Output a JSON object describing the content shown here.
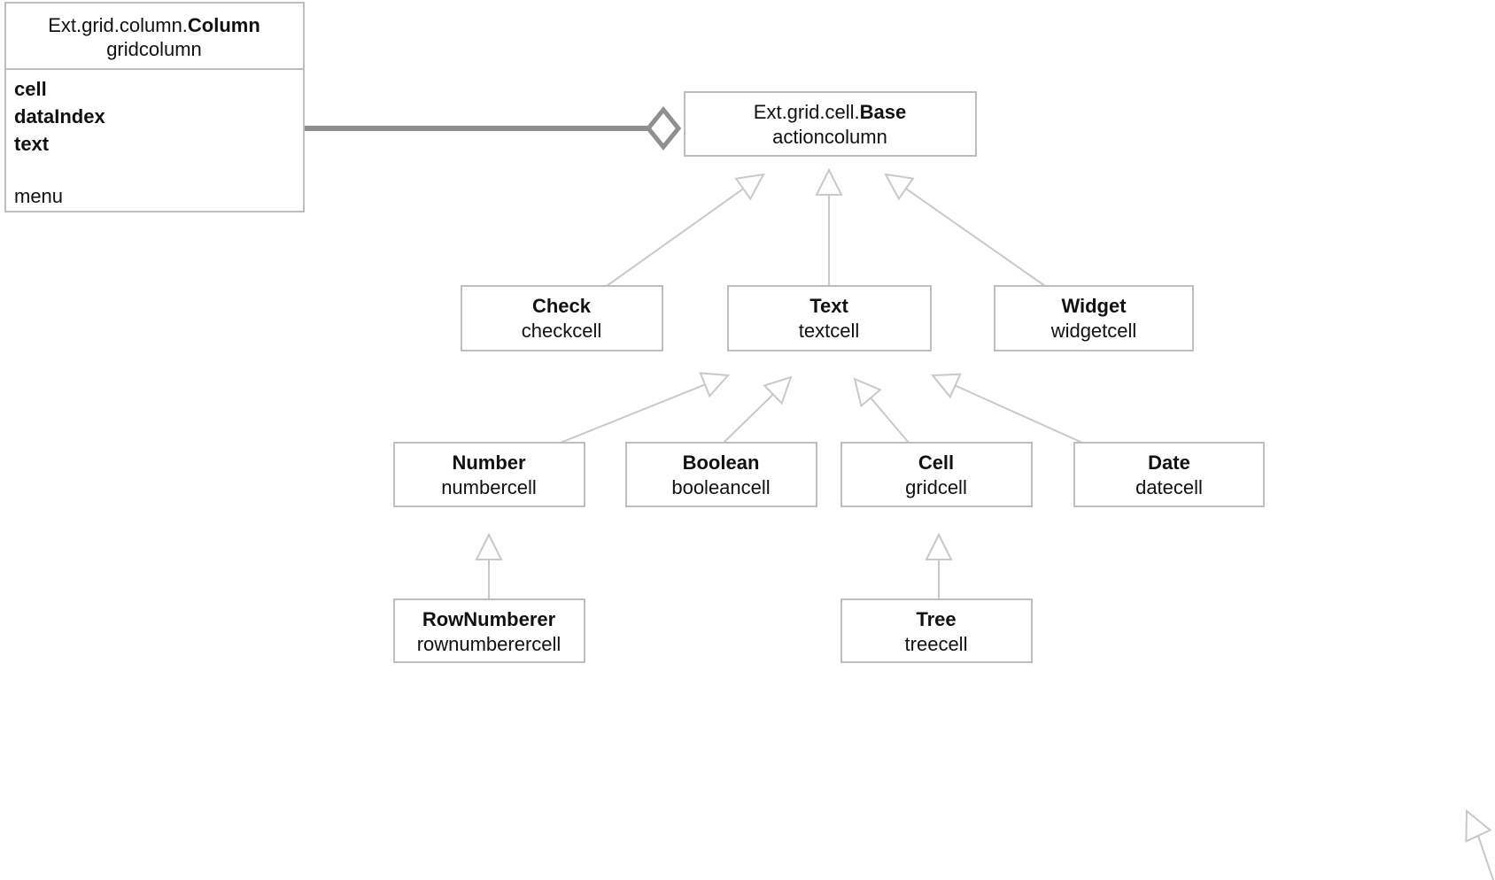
{
  "colors": {
    "background": "#ffffff",
    "box_border": "#bdbdbd",
    "box_fill": "#ffffff",
    "edge": "#c9c9c9",
    "aggregation": "#8f8f8f",
    "text": "#111111"
  },
  "column_box": {
    "title_prefix": "Ext.grid.column.",
    "title_name": "Column",
    "alias": "gridcolumn",
    "configs": [
      "cell",
      "dataIndex",
      "text"
    ],
    "plain_config": "menu"
  },
  "nodes": {
    "base": {
      "title_prefix": "Ext.grid.cell.",
      "title_name": "Base",
      "alias": "actioncolumn"
    },
    "check": {
      "title_name": "Check",
      "alias": "checkcell"
    },
    "text": {
      "title_name": "Text",
      "alias": "textcell"
    },
    "widget": {
      "title_name": "Widget",
      "alias": "widgetcell"
    },
    "number": {
      "title_name": "Number",
      "alias": "numbercell"
    },
    "boolean": {
      "title_name": "Boolean",
      "alias": "booleancell"
    },
    "cell": {
      "title_name": "Cell",
      "alias": "gridcell"
    },
    "date": {
      "title_name": "Date",
      "alias": "datecell"
    },
    "rownumberer": {
      "title_name": "RowNumberer",
      "alias": "rownumberercell"
    },
    "tree": {
      "title_name": "Tree",
      "alias": "treecell"
    }
  },
  "edges": [
    {
      "from": "Ext.grid.column.Column",
      "to": "Ext.grid.cell.Base",
      "type": "aggregation"
    },
    {
      "from": "Check",
      "to": "Ext.grid.cell.Base",
      "type": "generalization"
    },
    {
      "from": "Text",
      "to": "Ext.grid.cell.Base",
      "type": "generalization"
    },
    {
      "from": "Widget",
      "to": "Ext.grid.cell.Base",
      "type": "generalization"
    },
    {
      "from": "Number",
      "to": "Text",
      "type": "generalization"
    },
    {
      "from": "Boolean",
      "to": "Text",
      "type": "generalization"
    },
    {
      "from": "Cell",
      "to": "Text",
      "type": "generalization"
    },
    {
      "from": "Date",
      "to": "Text",
      "type": "generalization"
    },
    {
      "from": "RowNumberer",
      "to": "Number",
      "type": "generalization"
    },
    {
      "from": "Tree",
      "to": "Cell",
      "type": "generalization"
    },
    {
      "from": "offscreen-bottom-right",
      "to": "offscreen-bottom-right",
      "type": "generalization-partial"
    }
  ]
}
